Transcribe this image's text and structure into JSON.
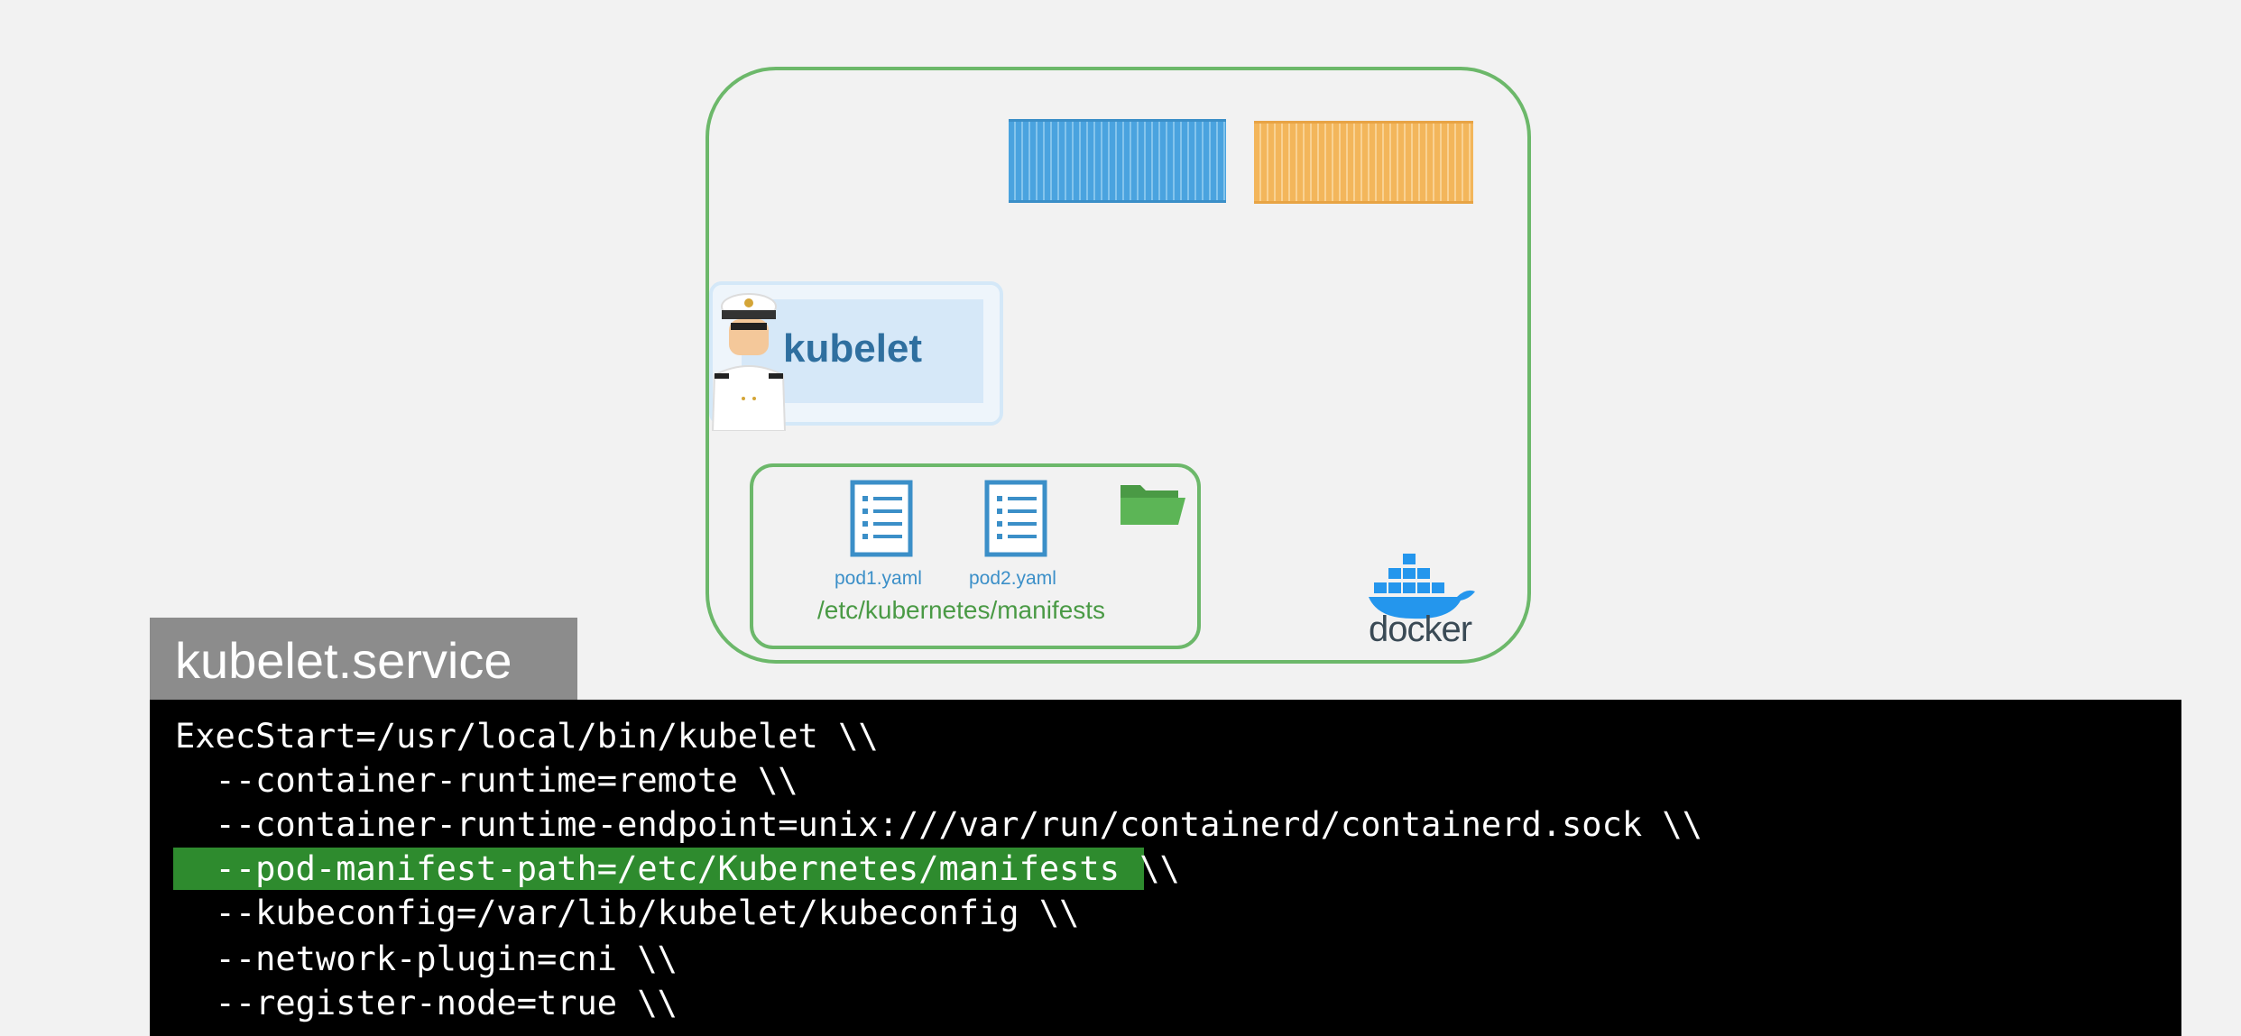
{
  "diagram": {
    "kubelet_label": "kubelet",
    "pod_files": [
      "pod1.yaml",
      "pod2.yaml"
    ],
    "manifest_path_label": "/etc/kubernetes/manifests",
    "docker_label": "docker",
    "colors": {
      "node_border": "#6cb86a",
      "container_blue": "#4aa3df",
      "container_orange": "#f3b65b",
      "kubelet_text": "#2f6f9f"
    }
  },
  "service": {
    "title": "kubelet.service",
    "lines": [
      "ExecStart=/usr/local/bin/kubelet \\\\",
      "  --container-runtime=remote \\\\",
      "  --container-runtime-endpoint=unix:///var/run/containerd/containerd.sock \\\\",
      "  --pod-manifest-path=/etc/Kubernetes/manifests \\\\",
      "  --kubeconfig=/var/lib/kubelet/kubeconfig \\\\",
      "  --network-plugin=cni \\\\",
      "  --register-node=true \\\\"
    ],
    "highlight_color": "#2e8b2e"
  }
}
